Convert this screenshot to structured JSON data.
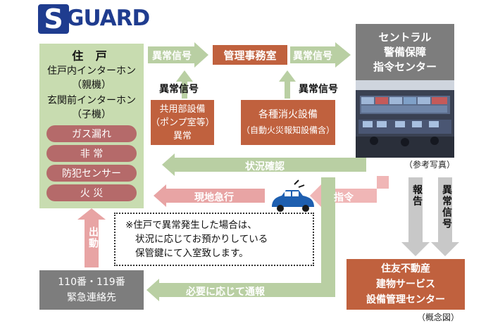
{
  "logo": {
    "s": "S",
    "text": "GUARD"
  },
  "residence": {
    "title": "住 戸",
    "lines": [
      "住戸内インターホン",
      "（親機）",
      "玄関前インターホン",
      "（子機）"
    ],
    "alarms": [
      "ガス漏れ",
      "非 常",
      "防犯センサー",
      "火 災"
    ]
  },
  "management_office": "管理事務室",
  "central": {
    "lines": [
      "セントラル",
      "警備保障",
      "指令センター"
    ]
  },
  "photo_caption": "（参考写真）",
  "common_equipment": {
    "lines": [
      "共用部設備",
      "（ポンプ室等）",
      "異常"
    ]
  },
  "fire_equipment": {
    "lines": [
      "各種消火設備",
      "（自動火災報知設備含）"
    ]
  },
  "labels": {
    "abnormal_signal": "異常信号",
    "status_check": "状況確認",
    "onsite_rush": "現地急行",
    "command": "指令",
    "dispatch": "出動",
    "report": "報告",
    "notify_if_needed": "必要に応じて通報"
  },
  "note": {
    "lines": [
      "※住戸で異常発生した場合は、",
      "状況に応じてお預かりしている",
      "保管鍵にて入室致します。"
    ]
  },
  "emergency": {
    "lines": [
      "110番・119番",
      "緊急連絡先"
    ]
  },
  "sumitomo": {
    "lines": [
      "住友不動産",
      "建物サービス",
      "設備管理センター"
    ]
  },
  "concept_caption": "（概念図）",
  "colors": {
    "green_box": "#c8dcb0",
    "green_arrow": "#b9cfa3",
    "orange_box": "#c0613e",
    "pink_arrow": "#e8a4a4",
    "gray_box": "#7d7d7d",
    "pill": "#b56a6a",
    "logo_blue": "#1f3c8f"
  }
}
